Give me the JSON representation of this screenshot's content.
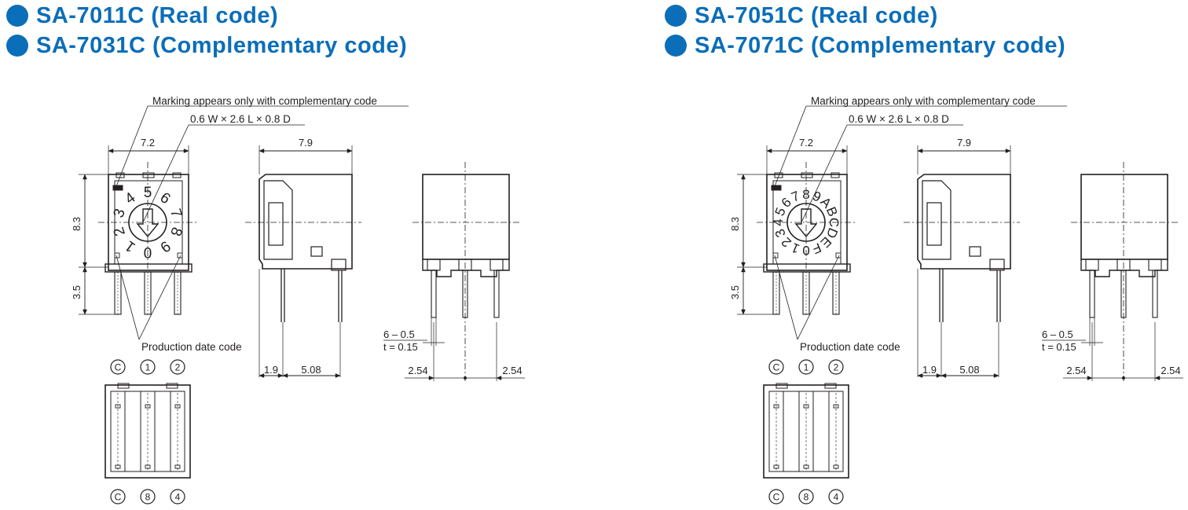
{
  "colors": {
    "title": "#0b6eb8",
    "line": "#231f20"
  },
  "left": {
    "titles": [
      "SA-7011C (Real code)",
      "SA-7031C (Complementary code)"
    ],
    "marking_note": "Marking appears only with complementary code",
    "slot_note": "0.6 W × 2.6 L × 0.8 D",
    "dim_front_width": "7.2",
    "dim_side_width": "7.9",
    "dim_height": "8.3",
    "dim_pin_length": "3.5",
    "date_note": "Production date code",
    "dim_offset": "1.9",
    "dim_pin_span": "5.08",
    "pin_size": "6 – 0.5",
    "pin_thickness": "t = 0.15",
    "pitch_left": "2.54",
    "pitch_right": "2.54",
    "dial_digits": [
      "0",
      "1",
      "2",
      "3",
      "4",
      "5",
      "6",
      "7",
      "8",
      "9"
    ],
    "terminal_top": [
      "C",
      "1",
      "2"
    ],
    "terminal_bottom": [
      "C",
      "8",
      "4"
    ]
  },
  "right": {
    "titles": [
      "SA-7051C (Real code)",
      "SA-7071C (Complementary code)"
    ],
    "marking_note": "Marking appears only with complementary code",
    "slot_note": "0.6 W × 2.6 L × 0.8 D",
    "dim_front_width": "7.2",
    "dim_side_width": "7.9",
    "dim_height": "8.3",
    "dim_pin_length": "3.5",
    "date_note": "Production date code",
    "dim_offset": "1.9",
    "dim_pin_span": "5.08",
    "pin_size": "6 – 0.5",
    "pin_thickness": "t = 0.15",
    "pitch_left": "2.54",
    "pitch_right": "2.54",
    "dial_digits": [
      "0",
      "1",
      "2",
      "3",
      "4",
      "5",
      "6",
      "7",
      "8",
      "9",
      "A",
      "B",
      "C",
      "D",
      "E",
      "F"
    ],
    "terminal_top": [
      "C",
      "1",
      "2"
    ],
    "terminal_bottom": [
      "C",
      "8",
      "4"
    ]
  }
}
